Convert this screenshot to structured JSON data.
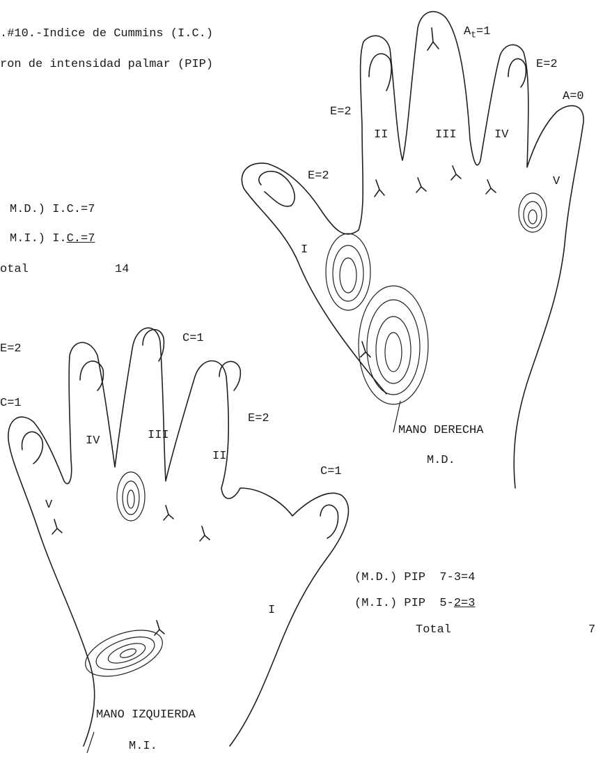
{
  "header": {
    "line1": ".#10.-Indice de Cummins (I.C.)",
    "line2": "ron de intensidad palmar (PIP)"
  },
  "ic_summary": {
    "md_label": "M.D.) I.C.=7",
    "mi_prefix": "M.I.) I.",
    "mi_underlined": "C.=7",
    "total_label": "otal",
    "total_value": "14"
  },
  "right_hand": {
    "title": "MANO DERECHA",
    "abbr": "M.D.",
    "labels": {
      "thumb_print": "E=2",
      "index_print": "E=2",
      "middle_print_base": "A",
      "middle_print_sub": "t",
      "middle_print_value": "=1",
      "ring_print": "E=2",
      "little_print": "A=0",
      "thumb_roman": "I",
      "index_roman": "II",
      "middle_roman": "III",
      "ring_roman": "IV",
      "little_roman": "V"
    }
  },
  "left_hand": {
    "title": "MANO IZQUIERDA",
    "abbr": "M.I.",
    "labels": {
      "little_print": "C=1",
      "ring_print": "E=2",
      "middle_print": "C=1",
      "index_print": "E=2",
      "thumb_print": "C=1",
      "little_roman": "V",
      "ring_roman": "IV",
      "middle_roman": "III",
      "index_roman": "II",
      "thumb_roman": "I"
    }
  },
  "pip_summary": {
    "md_label": "(M.D.) PIP  7-3=4",
    "mi_prefix": "(M.I.) PIP  5-",
    "mi_underlined": "2=3",
    "total_label": "Total",
    "total_value": "7"
  }
}
